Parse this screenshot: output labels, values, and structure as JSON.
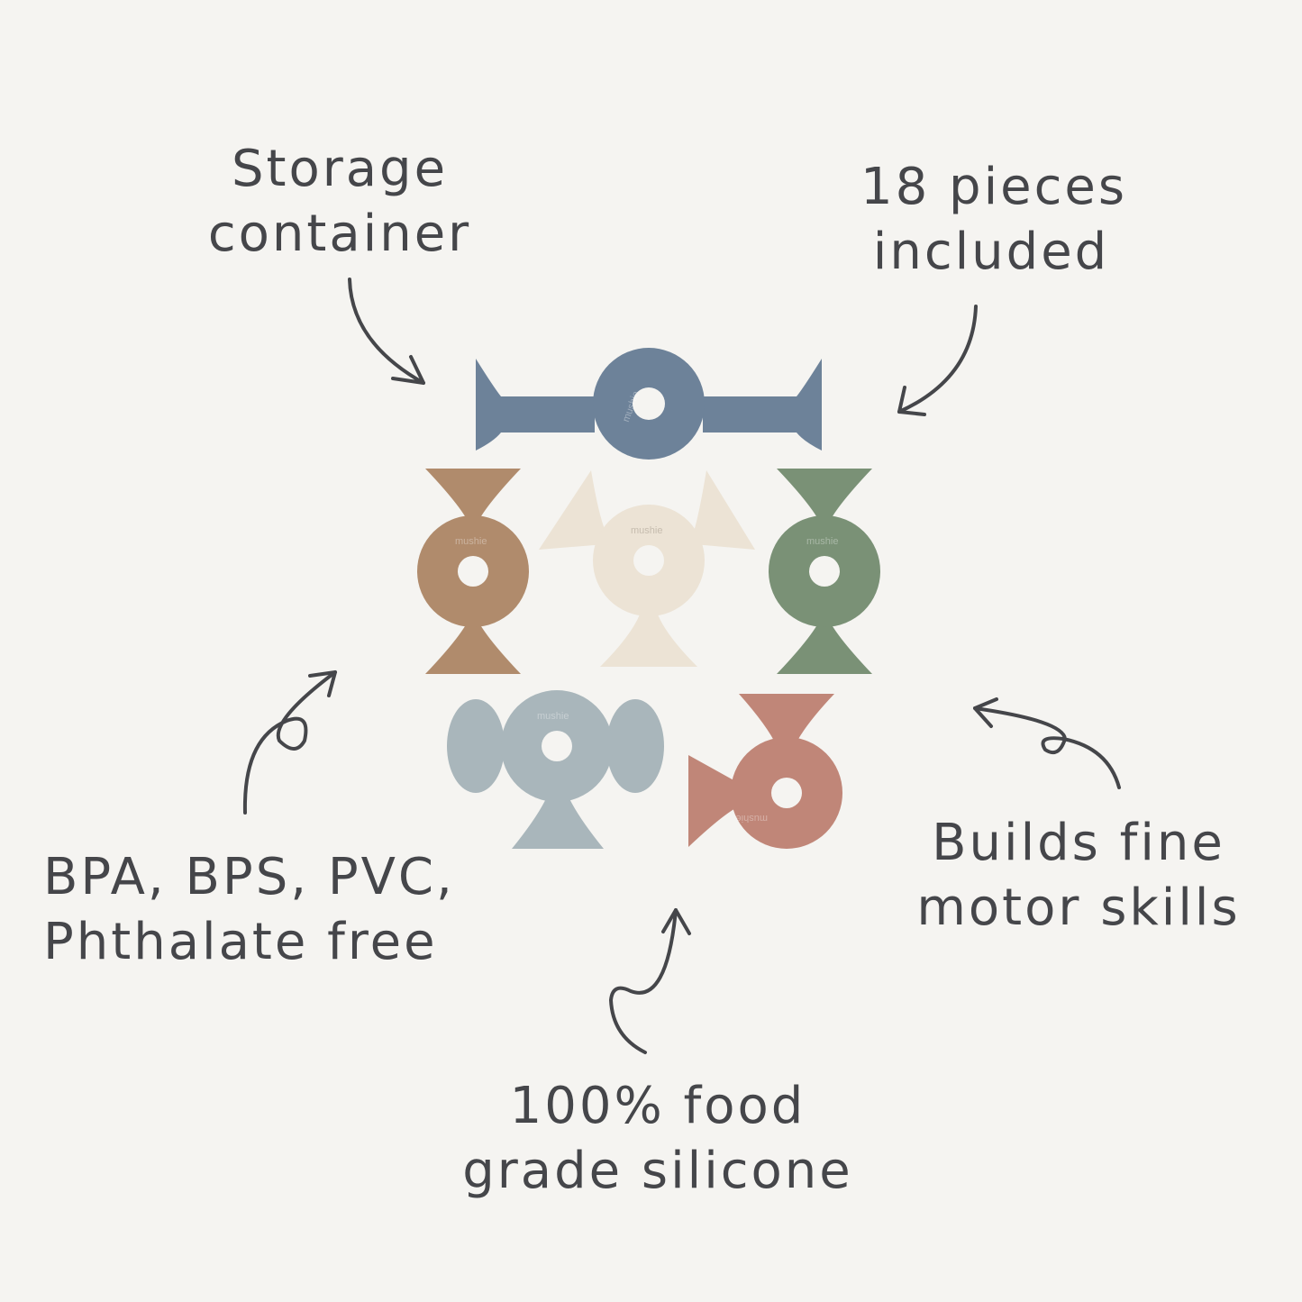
{
  "callouts": {
    "storage": [
      "Storage",
      "container"
    ],
    "pieces": [
      "18 pieces",
      "included"
    ],
    "bpa": [
      "BPA, BPS, PVC,",
      "Phthalate free"
    ],
    "builds": [
      "Builds fine",
      "motor skills"
    ],
    "silicone": [
      "100% food",
      "grade silicone"
    ]
  },
  "brand_mark": "mushie",
  "colors": {
    "background": "#f5f4f1",
    "ink": "#45464a",
    "blue": "#6d8299",
    "tan": "#b08b6c",
    "cream": "#ece3d5",
    "sage": "#7a9176",
    "grey_blue": "#a9b6bb",
    "rose": "#c08678"
  }
}
